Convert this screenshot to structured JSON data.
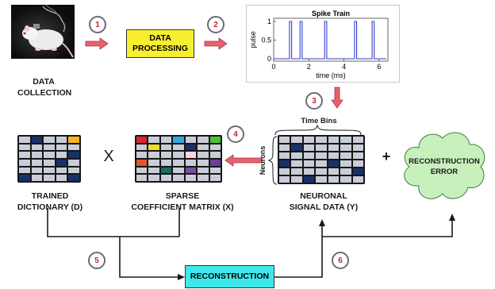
{
  "steps": [
    "1",
    "2",
    "3",
    "4",
    "5",
    "6"
  ],
  "data_collection": {
    "label_line1": "DATA",
    "label_line2": "COLLECTION"
  },
  "data_processing": {
    "line1": "DATA",
    "line2": "PROCESSING",
    "fill": "#f7ef2f"
  },
  "spike_train": {
    "title": "Spike Train",
    "ylabel": "pulse",
    "xlabel": "time (ms)",
    "x_ticks": [
      "0",
      "2",
      "4",
      "6"
    ],
    "y_ticks": [
      "0",
      "0.5",
      "1"
    ],
    "spike_times_ms": [
      0.9,
      1.5,
      2.9,
      4.6,
      5.6
    ],
    "line_color": "#2f3fcf"
  },
  "time_bins_label": "Time Bins",
  "neurons_label": "Neurons",
  "signal_data": {
    "line1": "NEURONAL",
    "line2": "SIGNAL DATA (Y)",
    "rows": 6,
    "cols": 7,
    "colored": [
      {
        "r": 1,
        "c": 1,
        "color": "#17326b"
      },
      {
        "r": 3,
        "c": 0,
        "color": "#17326b"
      },
      {
        "r": 3,
        "c": 4,
        "color": "#17326b"
      },
      {
        "r": 4,
        "c": 6,
        "color": "#17326b"
      },
      {
        "r": 5,
        "c": 2,
        "color": "#17326b"
      }
    ]
  },
  "dictionary": {
    "line1": "TRAINED",
    "line2": "DICTIONARY (D)",
    "rows": 6,
    "cols": 5,
    "colored": [
      {
        "r": 0,
        "c": 1,
        "color": "#17326b"
      },
      {
        "r": 0,
        "c": 4,
        "color": "#f5b51f"
      },
      {
        "r": 2,
        "c": 4,
        "color": "#17326b"
      },
      {
        "r": 3,
        "c": 3,
        "color": "#17326b"
      },
      {
        "r": 5,
        "c": 0,
        "color": "#17326b"
      },
      {
        "r": 5,
        "c": 4,
        "color": "#17326b"
      }
    ]
  },
  "sparse_matrix": {
    "line1": "SPARSE",
    "line2": "COEFFICIENT MATRIX (X)",
    "rows": 6,
    "cols": 7,
    "colored": [
      {
        "r": 0,
        "c": 0,
        "color": "#d8262b"
      },
      {
        "r": 0,
        "c": 3,
        "color": "#33a9e0"
      },
      {
        "r": 0,
        "c": 6,
        "color": "#46c232"
      },
      {
        "r": 1,
        "c": 1,
        "color": "#f2de23"
      },
      {
        "r": 1,
        "c": 4,
        "color": "#17326b"
      },
      {
        "r": 2,
        "c": 4,
        "color": "#ffd3dc"
      },
      {
        "r": 3,
        "c": 0,
        "color": "#e0582a"
      },
      {
        "r": 3,
        "c": 6,
        "color": "#6c3f93"
      },
      {
        "r": 4,
        "c": 2,
        "color": "#1d6c5e"
      },
      {
        "r": 4,
        "c": 4,
        "color": "#7b4ea0"
      }
    ]
  },
  "times_symbol": "X",
  "plus_symbol": "+",
  "error_cloud": {
    "line1": "RECONSTRUCTION",
    "line2": "ERROR",
    "fill": "#c8f0bc"
  },
  "reconstruction": {
    "label": "RECONSTRUCTION",
    "fill": "#3ee8ea"
  },
  "colors": {
    "arrow_fill": "#e46370",
    "arrow_edge": "#b32f3e",
    "line": "#1a1a1a"
  }
}
